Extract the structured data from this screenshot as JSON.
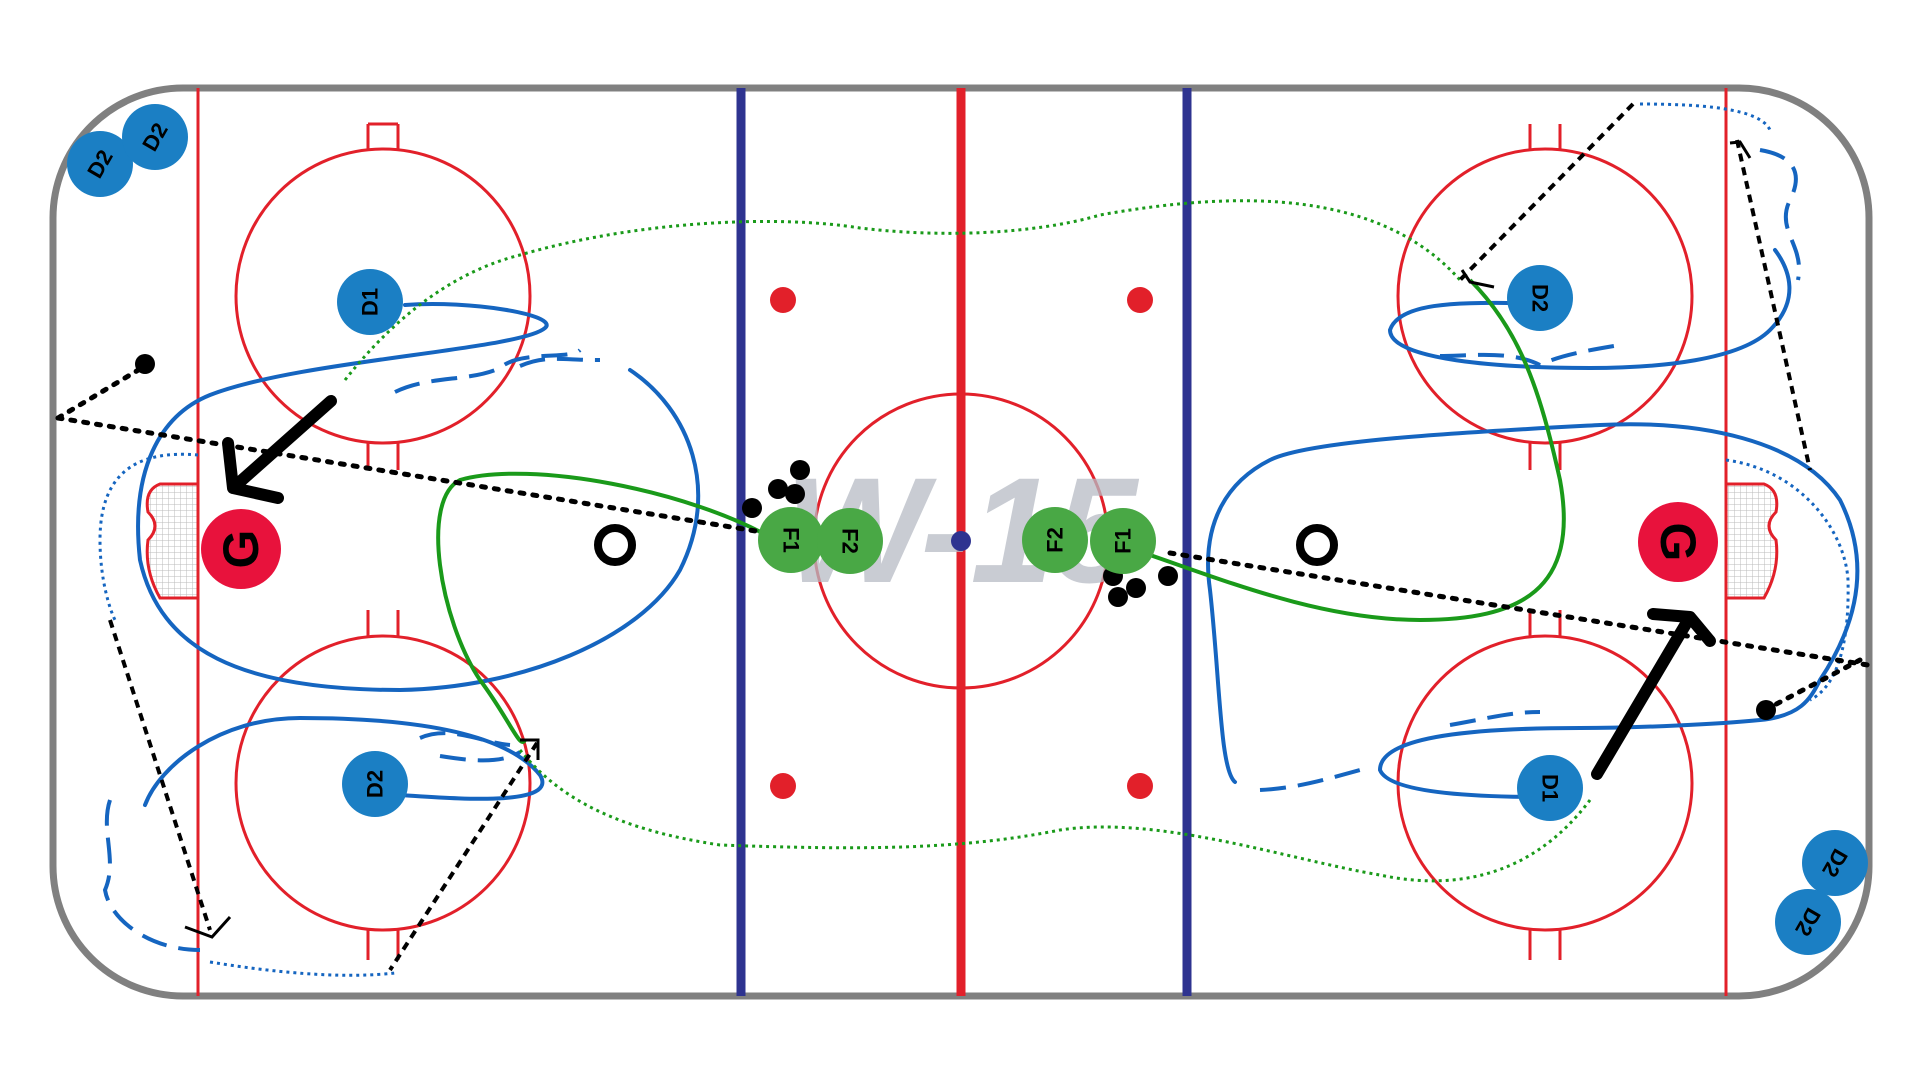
{
  "colors": {
    "board": "#808080",
    "red_line": "#e2202a",
    "blue_line": "#2e3390",
    "defense_player": "#1b7fc4",
    "forward_player": "#49a845",
    "goalie": "#e8123c",
    "skate_path": "#1565c0",
    "forward_path": "#1a9a1a",
    "pass_path": "#000000",
    "watermark": "#b7bcc5"
  },
  "watermark": {
    "text": "W-15"
  },
  "goalies": [
    {
      "label": "G",
      "side": "left"
    },
    {
      "label": "G",
      "side": "right"
    }
  ],
  "players": [
    {
      "label": "D2",
      "team": "defense",
      "zone": "left-corner-top"
    },
    {
      "label": "D2",
      "team": "defense",
      "zone": "left-corner-top-2"
    },
    {
      "label": "D1",
      "team": "defense",
      "zone": "left-top-faceoff"
    },
    {
      "label": "D2",
      "team": "defense",
      "zone": "left-bottom-faceoff"
    },
    {
      "label": "F1",
      "team": "forward",
      "zone": "left-blue-line"
    },
    {
      "label": "F2",
      "team": "forward",
      "zone": "left-center"
    },
    {
      "label": "F2",
      "team": "forward",
      "zone": "right-center"
    },
    {
      "label": "F1",
      "team": "forward",
      "zone": "right-blue-line"
    },
    {
      "label": "D2",
      "team": "defense",
      "zone": "right-top-faceoff"
    },
    {
      "label": "D1",
      "team": "defense",
      "zone": "right-bottom-faceoff"
    },
    {
      "label": "D2",
      "team": "defense",
      "zone": "right-corner-bottom"
    },
    {
      "label": "D2",
      "team": "defense",
      "zone": "right-corner-bottom-2"
    }
  ],
  "pucks": {
    "count": 10
  },
  "pylons": {
    "count": 2
  }
}
